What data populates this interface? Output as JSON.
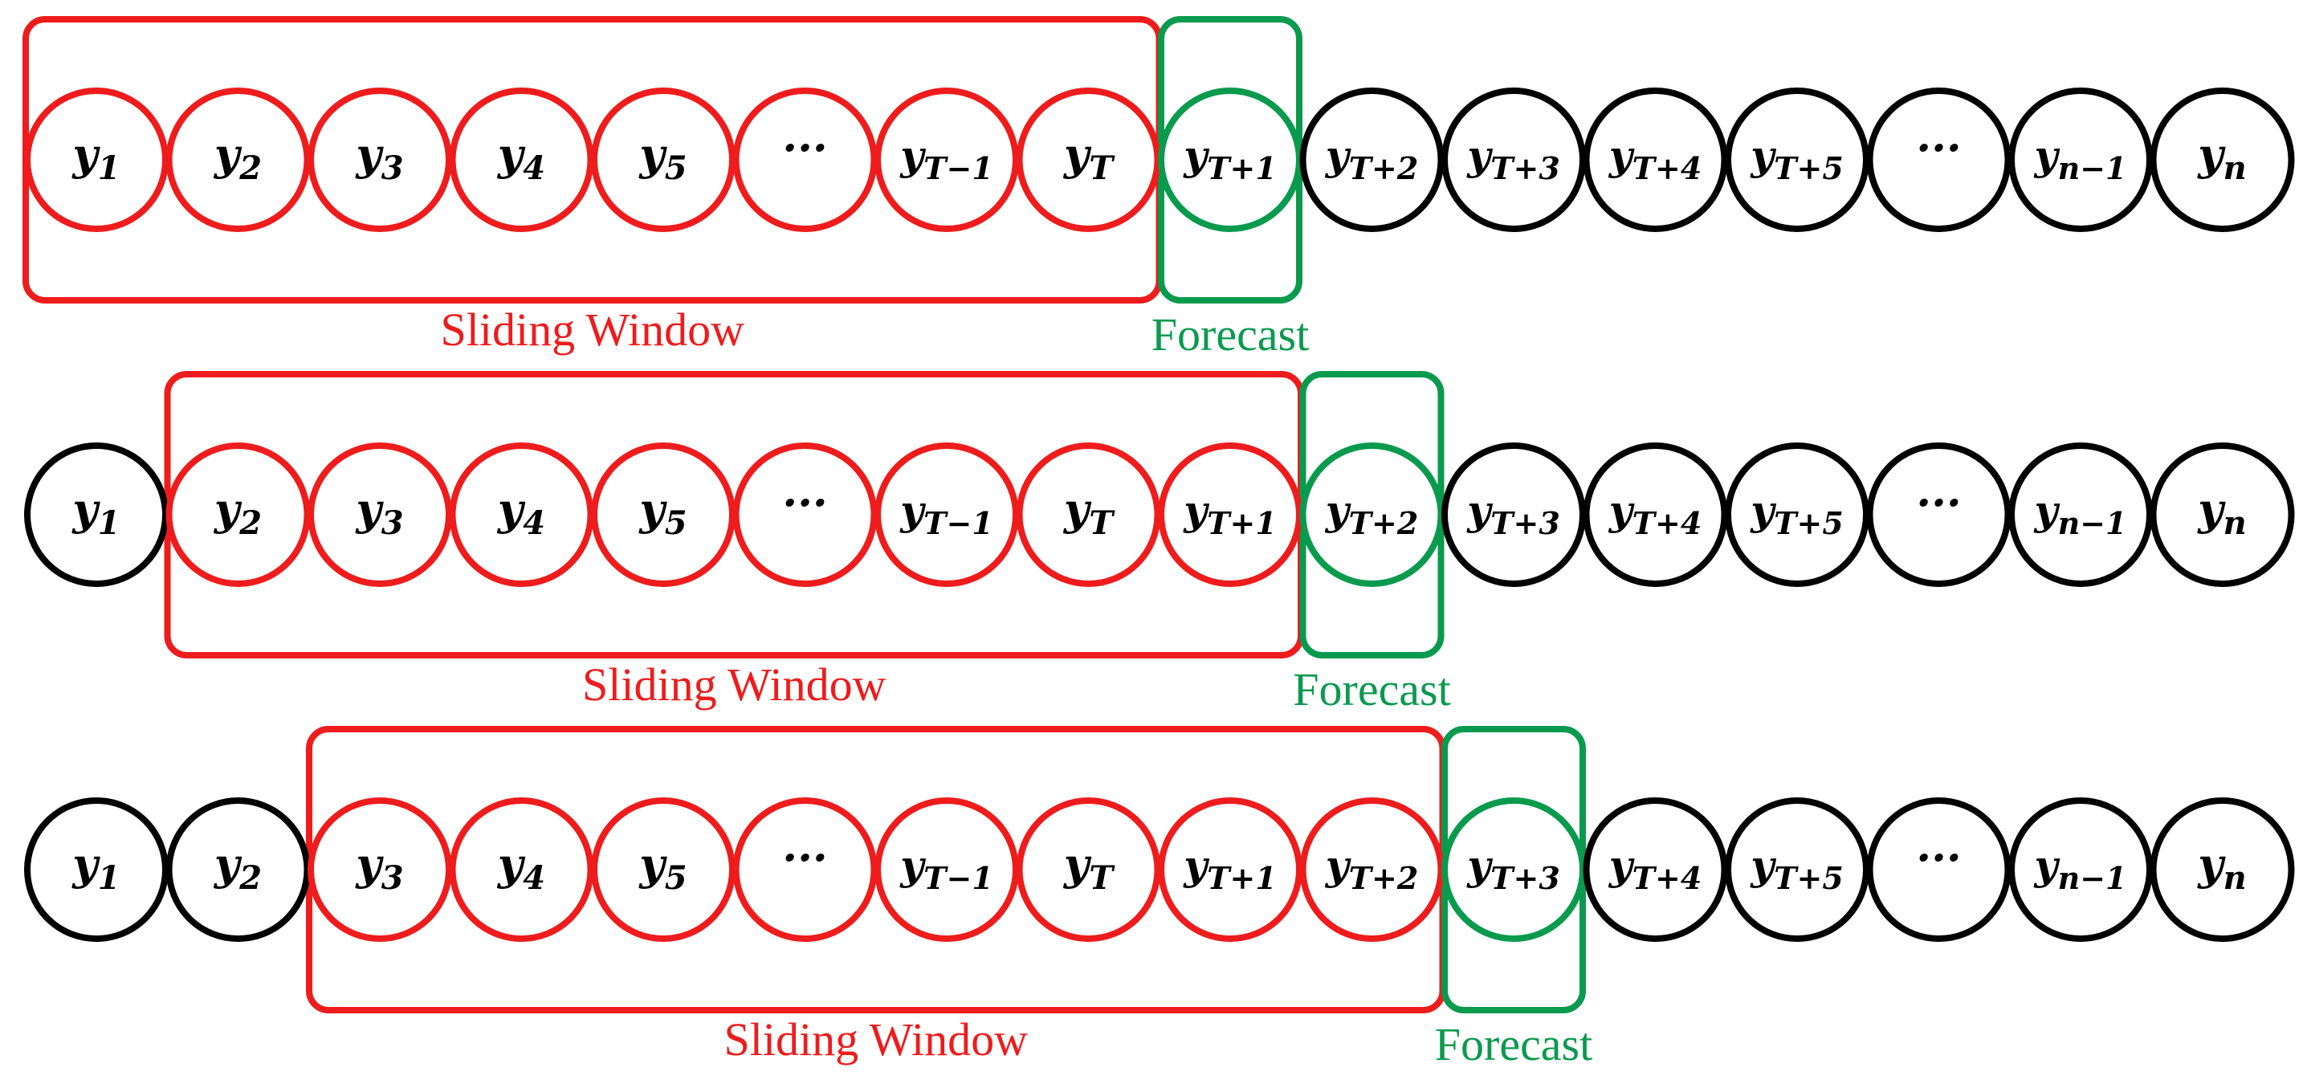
{
  "colors": {
    "window": "#ee1c1c",
    "forecast": "#0a9a4e",
    "node_default": "#000000",
    "background": "#ffffff"
  },
  "nodes": [
    {
      "base": "y",
      "sub": "1"
    },
    {
      "base": "y",
      "sub": "2"
    },
    {
      "base": "y",
      "sub": "3"
    },
    {
      "base": "y",
      "sub": "4"
    },
    {
      "base": "y",
      "sub": "5"
    },
    {
      "base": "···",
      "sub": ""
    },
    {
      "base": "y",
      "sub": "T−1"
    },
    {
      "base": "y",
      "sub": "T"
    },
    {
      "base": "y",
      "sub": "T+1"
    },
    {
      "base": "y",
      "sub": "T+2"
    },
    {
      "base": "y",
      "sub": "T+3"
    },
    {
      "base": "y",
      "sub": "T+4"
    },
    {
      "base": "y",
      "sub": "T+5"
    },
    {
      "base": "···",
      "sub": ""
    },
    {
      "base": "y",
      "sub": "n−1"
    },
    {
      "base": "y",
      "sub": "n"
    }
  ],
  "rows": [
    {
      "window_label": "Sliding Window",
      "forecast_label": "Forecast",
      "window_start_index": 0,
      "window_end_index": 7,
      "forecast_index": 8
    },
    {
      "window_label": "Sliding Window",
      "forecast_label": "Forecast",
      "window_start_index": 1,
      "window_end_index": 8,
      "forecast_index": 9
    },
    {
      "window_label": "Sliding Window",
      "forecast_label": "Forecast",
      "window_start_index": 2,
      "window_end_index": 9,
      "forecast_index": 10
    }
  ]
}
